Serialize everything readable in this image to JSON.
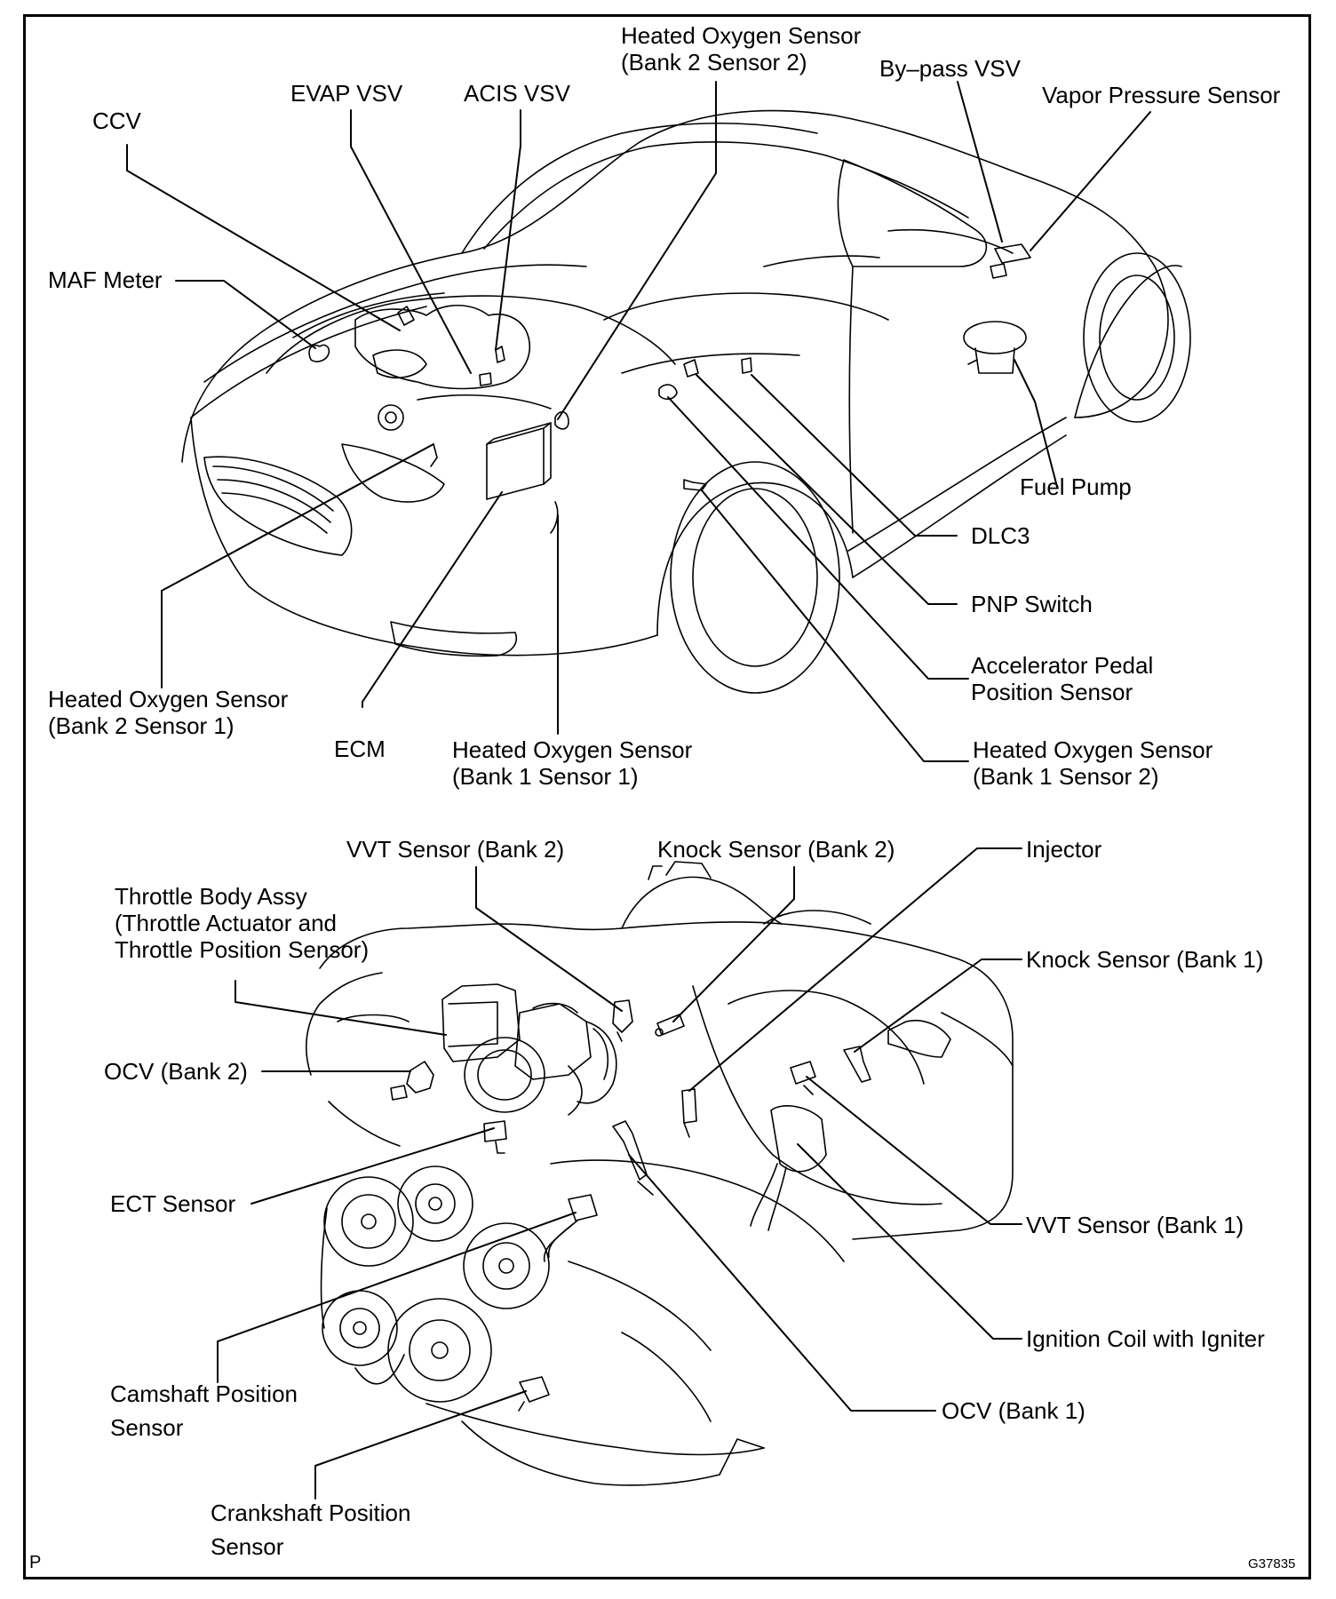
{
  "labels": {
    "ccv": "CCV",
    "evap_vsv": "EVAP VSV",
    "acis_vsv": "ACIS VSV",
    "heated_o2_b2s2": [
      "Heated Oxygen Sensor",
      "(Bank 2 Sensor 2)"
    ],
    "bypass_vsv": "By–pass VSV",
    "vapor_pressure_sensor": "Vapor Pressure Sensor",
    "maf_meter": "MAF Meter",
    "fuel_pump": "Fuel Pump",
    "dlc3": "DLC3",
    "pnp_switch": "PNP Switch",
    "accelerator_pedal": [
      "Accelerator Pedal",
      "Position Sensor"
    ],
    "heated_o2_b2s1": [
      "Heated Oxygen Sensor",
      "(Bank 2 Sensor 1)"
    ],
    "ecm": "ECM",
    "heated_o2_b1s1": [
      "Heated Oxygen Sensor",
      "(Bank 1 Sensor 1)"
    ],
    "heated_o2_b1s2": [
      "Heated Oxygen Sensor",
      "(Bank 1 Sensor 2)"
    ],
    "vvt_bank2": "VVT Sensor (Bank 2)",
    "knock_bank2": "Knock Sensor (Bank 2)",
    "injector": "Injector",
    "throttle_body": [
      "Throttle Body Assy",
      "(Throttle Actuator and",
      "Throttle Position Sensor)"
    ],
    "knock_bank1": "Knock Sensor (Bank 1)",
    "ocv_bank2": "OCV (Bank 2)",
    "ect_sensor": "ECT Sensor",
    "vvt_bank1": "VVT Sensor (Bank 1)",
    "ignition_coil": "Ignition Coil with Igniter",
    "camshaft_sensor": [
      "Camshaft Position",
      "Sensor"
    ],
    "ocv_bank1": "OCV (Bank 1)",
    "crankshaft_sensor": [
      "Crankshaft Position",
      "Sensor"
    ]
  },
  "corner_marks": {
    "page_letter": "P",
    "figure_code": "G37835"
  }
}
